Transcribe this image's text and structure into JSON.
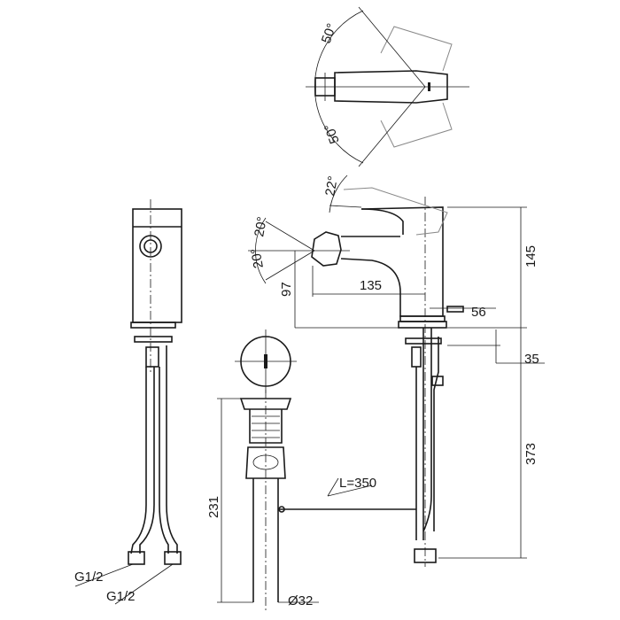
{
  "labels": {
    "angle_top_upper": "50°",
    "angle_top_lower": "50°",
    "angle_lever": "22°",
    "angle_aerator_up": "20°",
    "angle_aerator_down": "20°",
    "height_total": "145",
    "height_spout": "97",
    "reach_spout": "135",
    "popup_rod": "56",
    "deck_thickness": "35",
    "hose_length": "373",
    "drain_length": "231",
    "rod_length": "L=350",
    "drain_diameter": "Ø32",
    "connection_left": "G1/2",
    "connection_right": "G1/2"
  }
}
